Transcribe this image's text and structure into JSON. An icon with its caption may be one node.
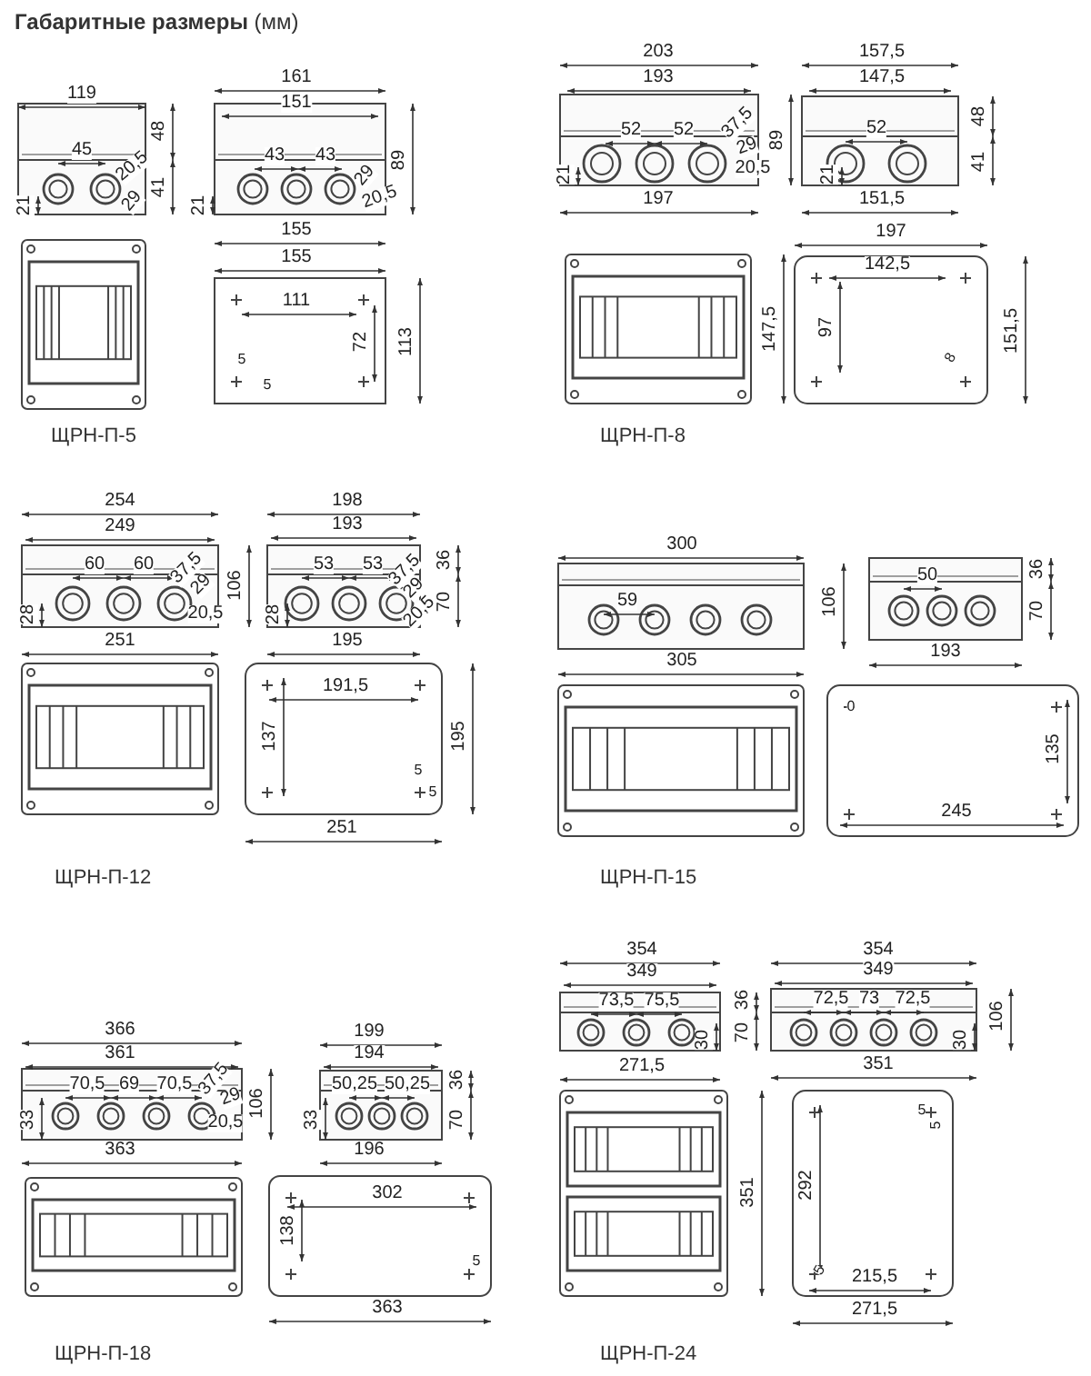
{
  "diagram": {
    "title": "**Габаритные размеры** (мм)",
    "labels": [
      "119",
      "45",
      "20,5",
      "29",
      "48",
      "41",
      "21",
      "161",
      "151",
      "43",
      "43",
      "29",
      "20,5",
      "89",
      "21",
      "155",
      "155",
      "111",
      "72",
      "113",
      "5",
      "5",
      "ЩРН-П-5",
      "203",
      "193",
      "52",
      "52",
      "37,5",
      "29",
      "20,5",
      "89",
      "21",
      "197",
      "157,5",
      "147,5",
      "52",
      "48",
      "41",
      "21",
      "151,5",
      "147,5",
      "197",
      "142,5",
      "97",
      "8",
      "151,5",
      "ЩРН-П-8",
      "254",
      "249",
      "60",
      "60",
      "37,5",
      "29",
      "20,5",
      "106",
      "28",
      "251",
      "198",
      "193",
      "53",
      "53",
      "37,5",
      "29",
      "20,5",
      "36",
      "70",
      "28",
      "195",
      "191,5",
      "137",
      "195",
      "5",
      "5",
      "251",
      "ЩРН-П-12",
      "300",
      "59",
      "106",
      "305",
      "50",
      "36",
      "70",
      "193",
      "0",
      "135",
      "245",
      "ЩРН-П-15",
      "366",
      "361",
      "70,5",
      "69",
      "70,5",
      "37,5",
      "29",
      "20,5",
      "106",
      "33",
      "363",
      "199",
      "194",
      "50,25",
      "50,25",
      "36",
      "33",
      "70",
      "196",
      "302",
      "138",
      "5",
      "363",
      "ЩРН-П-18",
      "354",
      "349",
      "73,5",
      "75,5",
      "30",
      "36",
      "70",
      "271,5",
      "354",
      "349",
      "72,5",
      "73",
      "72,5",
      "30",
      "106",
      "351",
      "351",
      "5",
      "5",
      "292",
      "5",
      "215,5",
      "271,5",
      "ЩРН-П-24"
    ]
  }
}
